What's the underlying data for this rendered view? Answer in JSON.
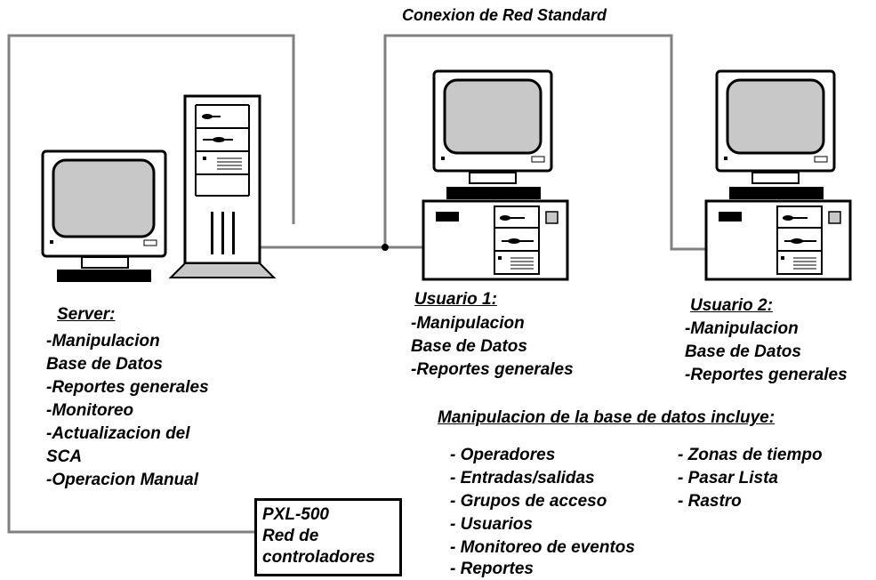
{
  "network": {
    "title": "Conexion de Red Standard"
  },
  "server": {
    "heading": "Server:",
    "lines": [
      "-Manipulacion",
      "Base de Datos",
      "-Reportes generales",
      "-Monitoreo",
      "-Actualizacion del",
      "SCA",
      "-Operacion Manual"
    ]
  },
  "usuario1": {
    "heading": "Usuario 1:",
    "lines": [
      "-Manipulacion",
      "Base de Datos",
      "-Reportes generales"
    ]
  },
  "usuario2": {
    "heading": "Usuario 2:",
    "lines": [
      "-Manipulacion",
      "Base de Datos",
      "-Reportes generales"
    ]
  },
  "controller": {
    "lines": [
      "PXL-500",
      "Red de",
      "controladores"
    ]
  },
  "includes": {
    "heading": "Manipulacion de la base de datos incluye:",
    "col1": [
      "- Operadores",
      "- Entradas/salidas",
      "- Grupos de acceso",
      "- Usuarios",
      "- Monitoreo de eventos",
      "- Reportes"
    ],
    "col2": [
      "- Zonas de tiempo",
      "- Pasar Lista",
      "- Rastro"
    ]
  },
  "colors": {
    "line": "#808080",
    "screen": "#c8c8c8",
    "ink": "#000000"
  }
}
